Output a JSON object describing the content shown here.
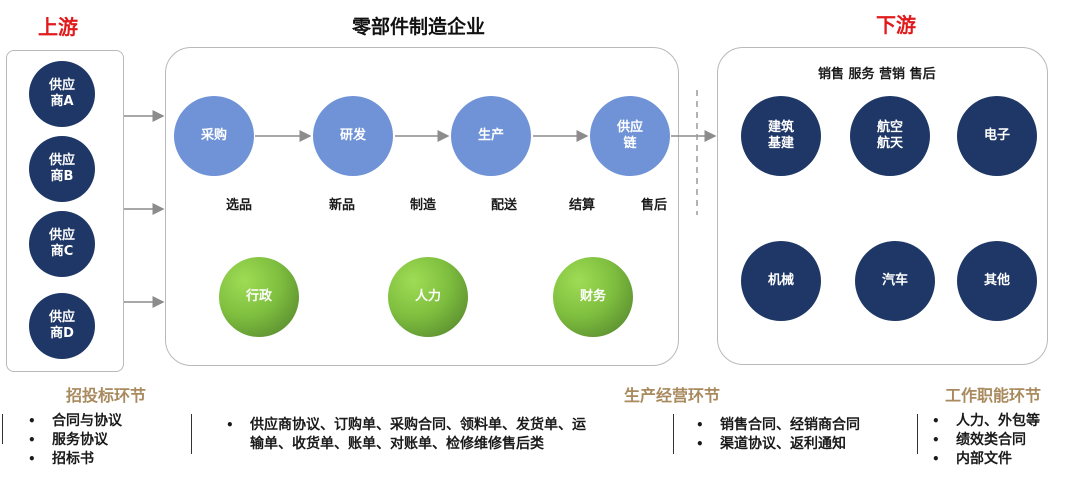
{
  "headings": {
    "upstream": "上游",
    "enterprise": "零部件制造企业",
    "downstream": "下游"
  },
  "suppliers": [
    "供应\n商A",
    "供应\n商B",
    "供应\n商C",
    "供应\n商D"
  ],
  "process_nodes": [
    "采购",
    "研发",
    "生产",
    "供应\n链"
  ],
  "process_sub_labels": [
    "选品",
    "新品",
    "制造",
    "配送",
    "结算",
    "售后"
  ],
  "support_nodes": [
    "行政",
    "人力",
    "财务"
  ],
  "downstream": {
    "header": "销售  服务  营销  售后",
    "nodes": [
      "建筑\n基建",
      "航空\n航天",
      "电子",
      "机械",
      "汽车",
      "其他"
    ]
  },
  "sections": {
    "bidding": {
      "title": "招投标环节",
      "items": [
        "合同与协议",
        "服务协议",
        "招标书"
      ]
    },
    "operations": {
      "title": "生产经营环节",
      "items_left": [
        "供应商协议、订购单、采购合同、领料单、发货单、运\n输单、收货单、账单、对账单、检修维修售后类"
      ],
      "items_right": [
        "销售合同、经销商合同",
        "渠道协议、返利通知"
      ]
    },
    "functions": {
      "title": "工作职能环节",
      "items": [
        "人力、外包等",
        "绩效类合同",
        "内部文件"
      ]
    }
  },
  "bullet": "•",
  "colors": {
    "upstream_heading": "#e11b1b",
    "downstream_heading": "#e11b1b",
    "navy": "#1e3767",
    "process_blue": "#6f93d6",
    "support_green": "#7fbf3f",
    "section_title": "#a88a5e",
    "arrow": "#8c8c8c"
  }
}
